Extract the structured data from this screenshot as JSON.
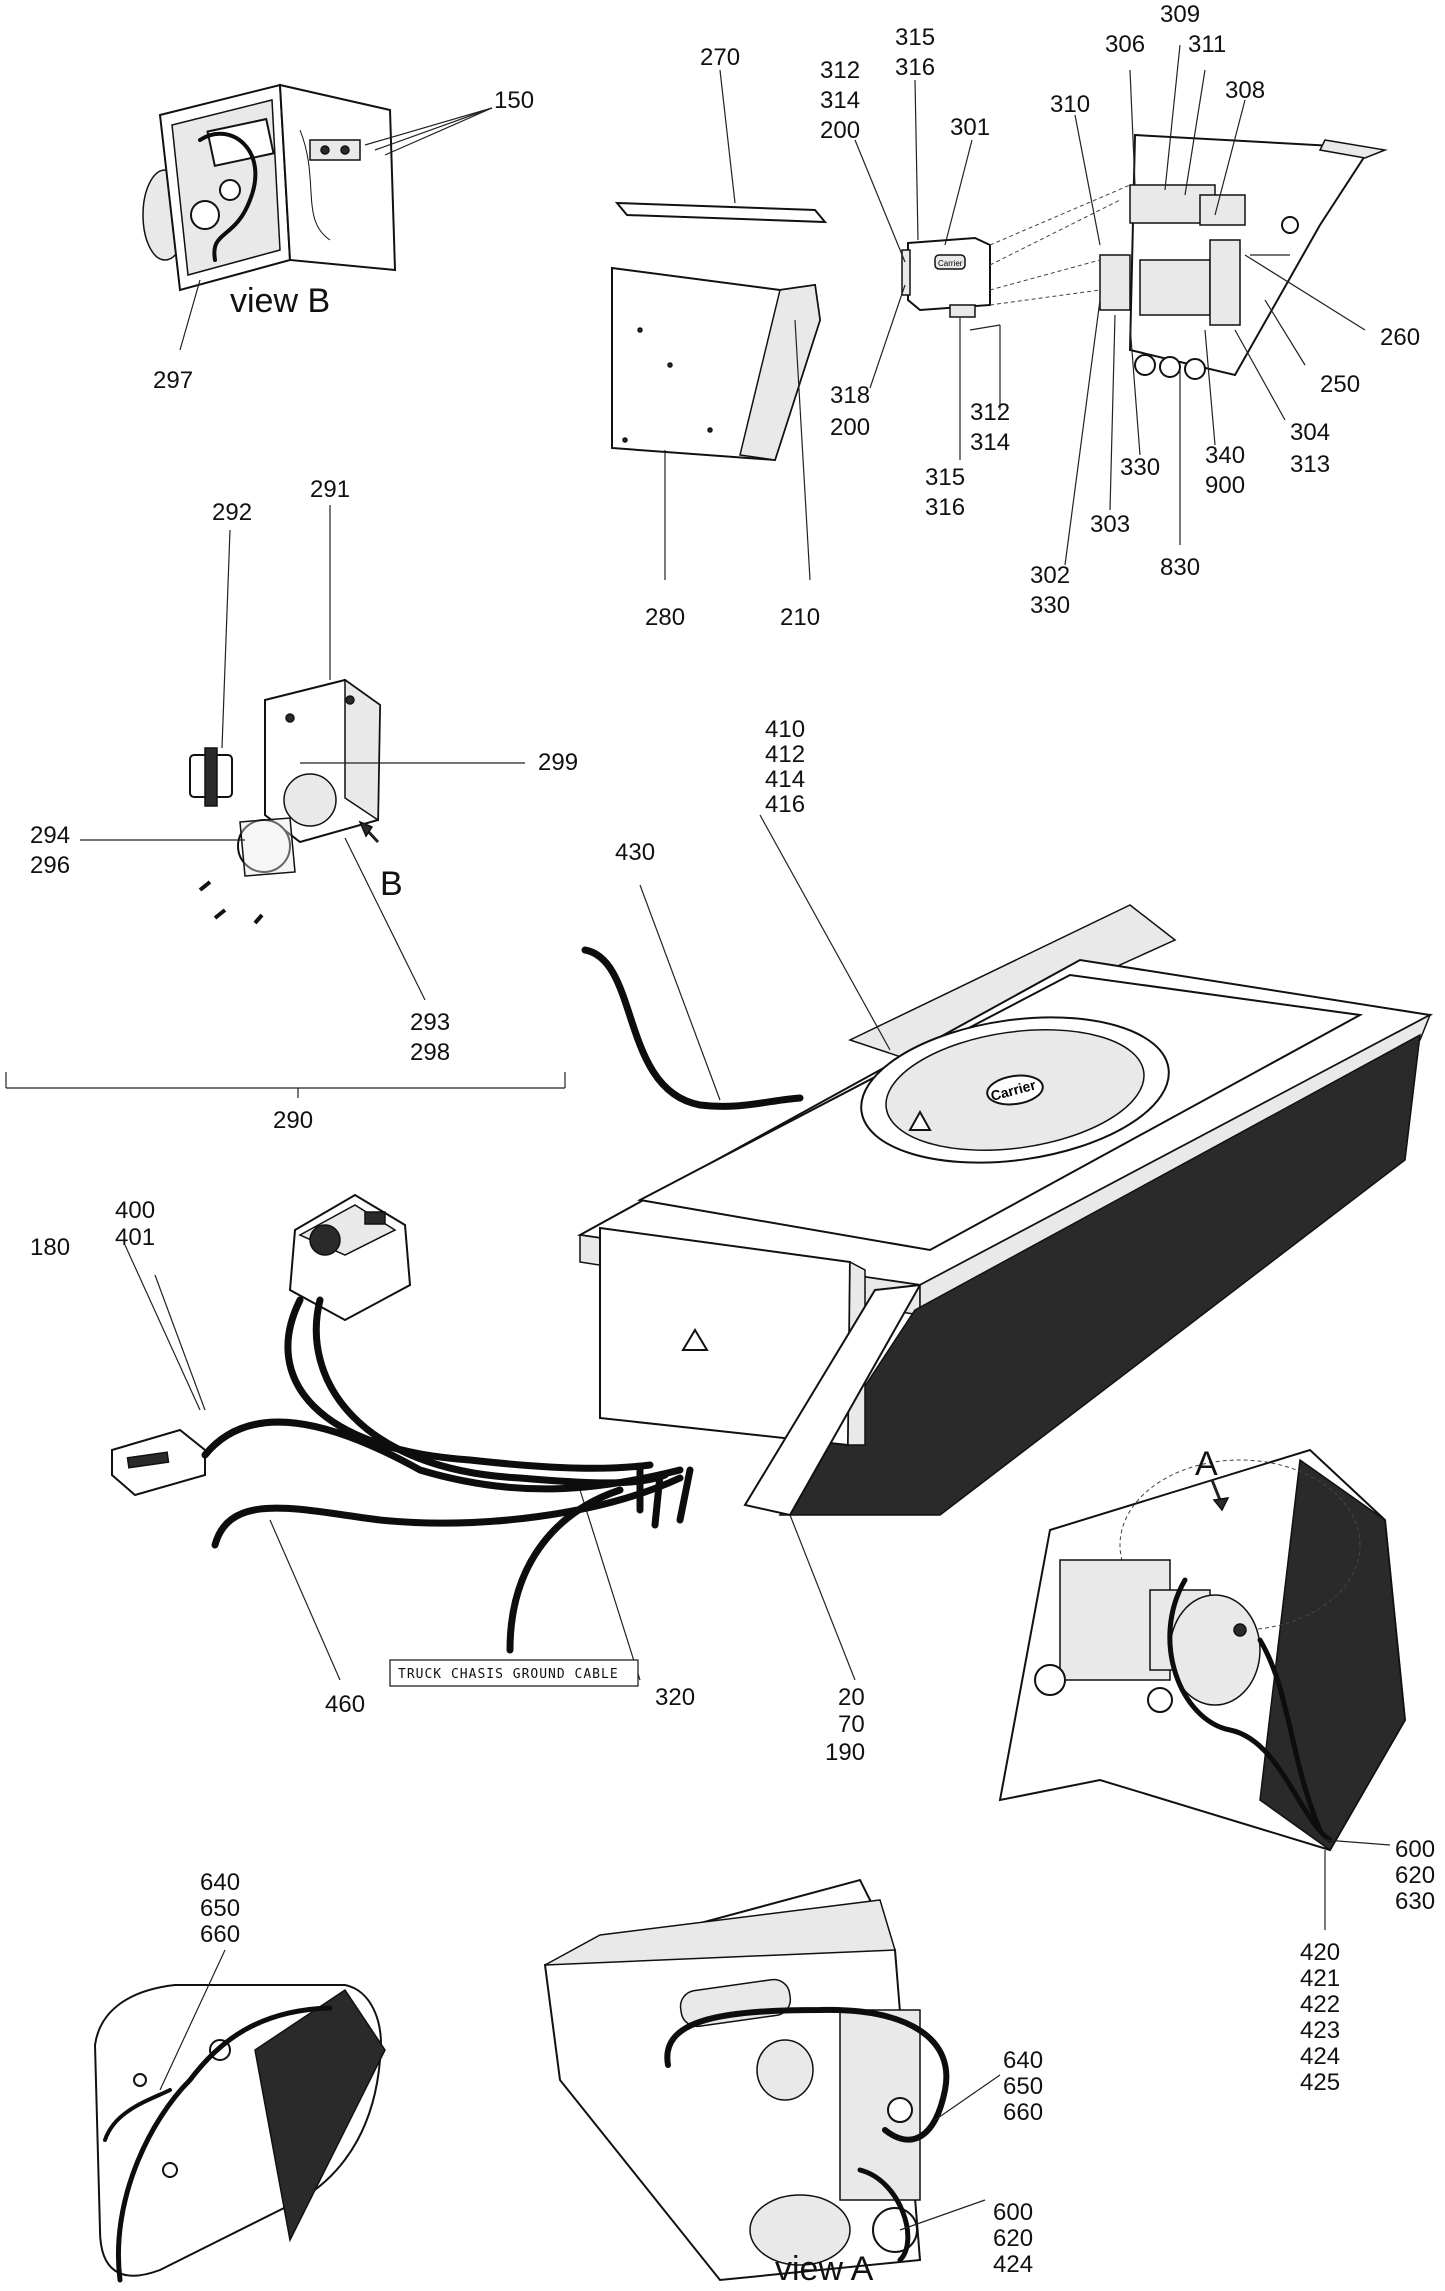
{
  "labels": {
    "l150": "150",
    "l297": "297",
    "view_b": "view B",
    "l270": "270",
    "l280": "280",
    "l210": "210",
    "l315_316_top": [
      "315",
      "316"
    ],
    "l312_314_200": [
      "312",
      "314",
      "200"
    ],
    "l301": "301",
    "l318_200": [
      "318",
      "200"
    ],
    "l312_314_bot": [
      "312",
      "314"
    ],
    "l315_316_bot": [
      "315",
      "316"
    ],
    "l309": "309",
    "l306": "306",
    "l311": "311",
    "l308": "308",
    "l310": "310",
    "l260": "260",
    "l250": "250",
    "l304_313": [
      "304",
      "313"
    ],
    "l340_900": [
      "340",
      "900"
    ],
    "l330": "330",
    "l303": "303",
    "l830": "830",
    "l302_330": [
      "302",
      "330"
    ],
    "l292": "292",
    "l291": "291",
    "l299": "299",
    "l294_296": [
      "294",
      "296"
    ],
    "B": "B",
    "l293_298": [
      "293",
      "298"
    ],
    "l290": "290",
    "l410_416": [
      "410",
      "412",
      "414",
      "416"
    ],
    "l430": "430",
    "l400_401": [
      "400",
      "401"
    ],
    "l180": "180",
    "l460": "460",
    "l320": "320",
    "l20_70_190": [
      "20",
      "70",
      "190"
    ],
    "A": "A",
    "l600_620_630": [
      "600",
      "620",
      "630"
    ],
    "l420_425": [
      "420",
      "421",
      "422",
      "423",
      "424",
      "425"
    ],
    "l640_660_left": [
      "640",
      "650",
      "660"
    ],
    "l640_660_right": [
      "640",
      "650",
      "660"
    ],
    "l600_620_424": [
      "600",
      "620",
      "424"
    ],
    "view_a": "view A",
    "truck_note": "TRUCK CHASIS GROUND CABLE"
  },
  "logo_text": "Carrier"
}
